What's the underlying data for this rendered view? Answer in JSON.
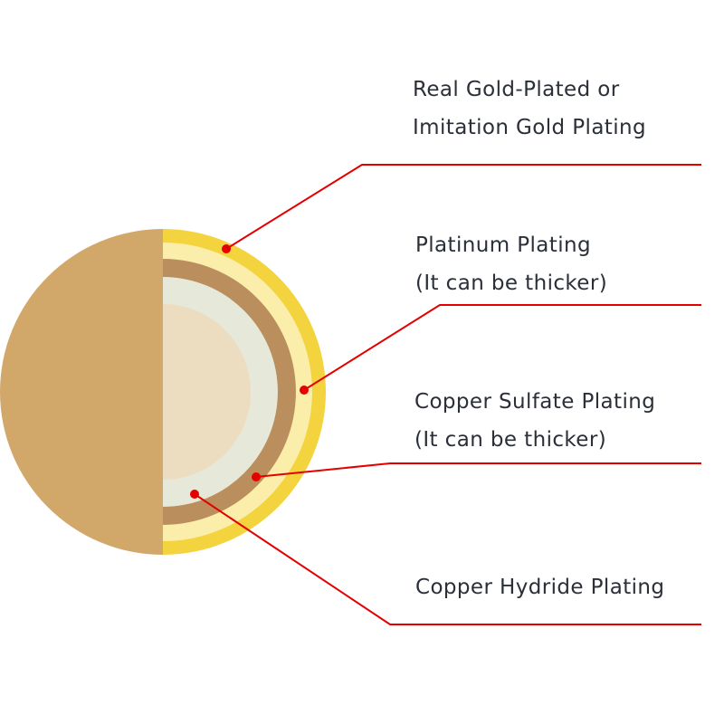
{
  "colors": {
    "base_metal": "#d2a76a",
    "outer_gold_layer": "#f3d43e",
    "gold_inner_band": "#fbeeaa",
    "copper_sulfate_layer": "#ba8e5d",
    "copper_hydride_layer": "#e6e8da",
    "core": "#ecdcc0",
    "leader_line": "#e50000",
    "label_text": "#2a2f38",
    "background": "#ffffff"
  },
  "layers": [
    {
      "id": "gold",
      "label_lines": [
        "Real Gold-Plated or",
        "Imitation Gold Plating"
      ]
    },
    {
      "id": "platinum",
      "label_lines": [
        "Platinum Plating",
        "(It can be thicker)"
      ]
    },
    {
      "id": "copper-sulfate",
      "label_lines": [
        "Copper Sulfate Plating",
        "(It can be thicker)"
      ]
    },
    {
      "id": "copper-hydride",
      "label_lines": [
        "Copper Hydride Plating"
      ]
    }
  ]
}
